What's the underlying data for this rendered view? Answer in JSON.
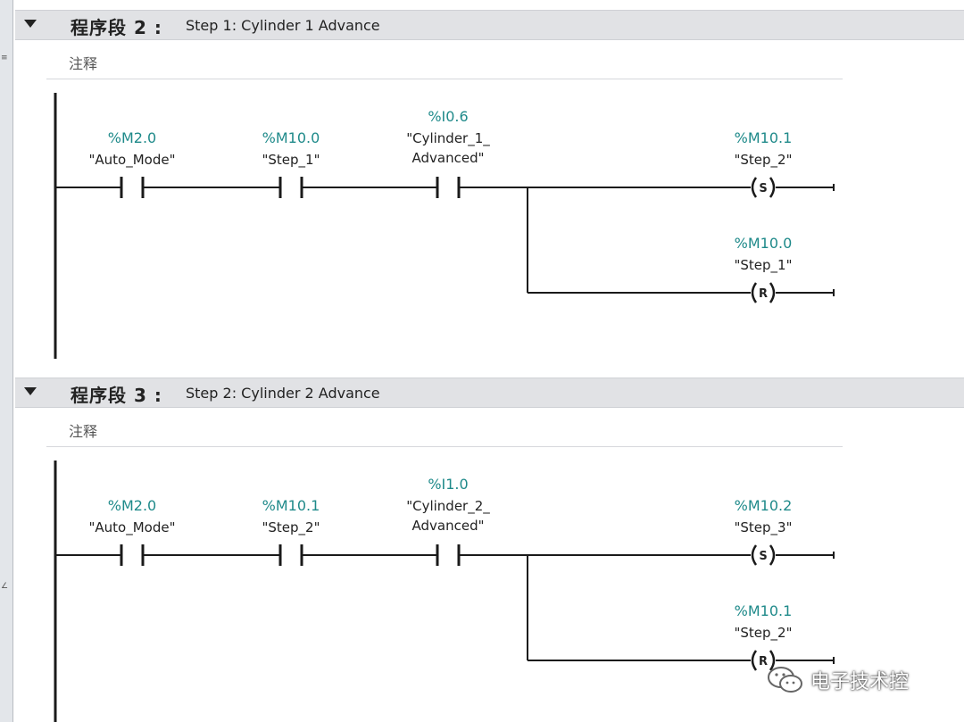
{
  "colors": {
    "address": "#1f8a8a",
    "wire": "#1a1a1a",
    "header_bg": "#e1e2e5"
  },
  "networks": [
    {
      "title": "程序段 2 :",
      "subtitle": "Step 1: Cylinder 1 Advance",
      "comment": "注释",
      "contacts": [
        {
          "address": "%M2.0",
          "tag": [
            "\"Auto_Mode\""
          ]
        },
        {
          "address": "%M10.0",
          "tag": [
            "\"Step_1\""
          ]
        },
        {
          "address": "%I0.6",
          "tag": [
            "\"Cylinder_1_",
            "Advanced\""
          ]
        }
      ],
      "coils": [
        {
          "address": "%M10.1",
          "tag": "\"Step_2\"",
          "type": "S"
        },
        {
          "address": "%M10.0",
          "tag": "\"Step_1\"",
          "type": "R"
        }
      ]
    },
    {
      "title": "程序段 3 :",
      "subtitle": "Step 2: Cylinder 2 Advance",
      "comment": "注释",
      "contacts": [
        {
          "address": "%M2.0",
          "tag": [
            "\"Auto_Mode\""
          ]
        },
        {
          "address": "%M10.1",
          "tag": [
            "\"Step_2\""
          ]
        },
        {
          "address": "%I1.0",
          "tag": [
            "\"Cylinder_2_",
            "Advanced\""
          ]
        }
      ],
      "coils": [
        {
          "address": "%M10.2",
          "tag": "\"Step_3\"",
          "type": "S"
        },
        {
          "address": "%M10.1",
          "tag": "\"Step_2\"",
          "type": "R"
        }
      ]
    }
  ],
  "watermark": {
    "text": "电子技术控",
    "icon": "wechat-icon"
  }
}
